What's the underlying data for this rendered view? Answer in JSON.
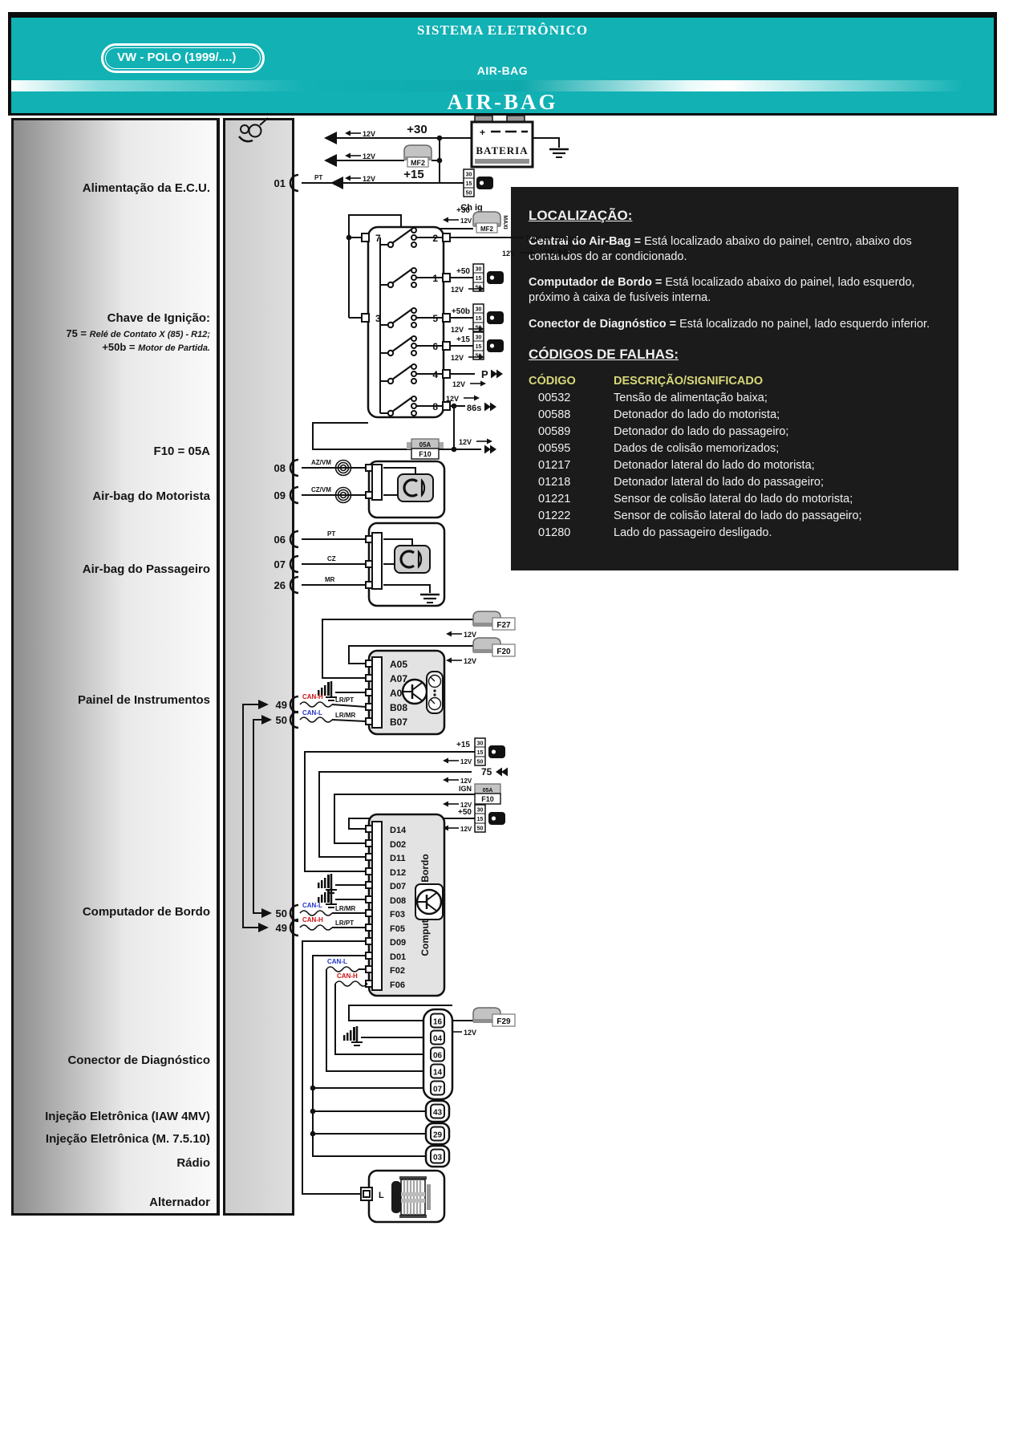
{
  "header": {
    "system_title": "SISTEMA ELETRÔNICO",
    "vehicle_badge": "VW - POLO (1999/....)",
    "subsystem": "AIR-BAG",
    "page_title": "AIR-BAG"
  },
  "colors": {
    "teal": "#11b1b4",
    "infobox_bg": "#1b1b1b",
    "code_yellow": "#d8d87a",
    "can_h": "#cc1122",
    "can_l": "#2233cc"
  },
  "sidebar": {
    "items": [
      {
        "text": "Alimentação da E.C.U."
      },
      {
        "text": "Chave de Ignição:"
      },
      {
        "pre": "75 =",
        "it": "Relé de Contato X (85) - R12;"
      },
      {
        "pre": "+50b =",
        "it": "Motor de Partida."
      },
      {
        "text": "F10 = 05A"
      },
      {
        "text": "Air-bag do Motorista"
      },
      {
        "text": "Air-bag do Passageiro"
      },
      {
        "text": "Painel de Instrumentos"
      },
      {
        "text": "Computador de Bordo"
      },
      {
        "text": "Conector de Diagnóstico"
      },
      {
        "text": "Injeção Eletrônica (IAW 4MV)"
      },
      {
        "text": "Injeção Eletrônica (M. 7.5.10)"
      },
      {
        "text": "Rádio"
      },
      {
        "text": "Alternador"
      }
    ]
  },
  "info_box": {
    "location_title": "LOCALIZAÇÃO:",
    "locations": [
      {
        "term": "Central do Air-Bag =",
        "text": " Está localizado abaixo do painel, centro, abaixo dos comandos do ar condicionado."
      },
      {
        "term": "Computador de Bordo =",
        "text": " Está localizado abaixo do painel, lado esquerdo, próximo à caixa de fusíveis interna."
      },
      {
        "term": "Conector de Diagnóstico =",
        "text": " Está localizado no painel, lado esquerdo inferior."
      }
    ],
    "codes_title": "CÓDIGOS DE FALHAS:",
    "codes_header": {
      "code": "CÓDIGO",
      "desc": "DESCRIÇÃO/SIGNIFICADO"
    },
    "codes": [
      {
        "code": "00532",
        "desc": "Tensão de alimentação baixa;"
      },
      {
        "code": "00588",
        "desc": "Detonador do lado do motorista;"
      },
      {
        "code": "00589",
        "desc": "Detonador do lado do passageiro;"
      },
      {
        "code": "00595",
        "desc": "Dados de colisão memorizados;"
      },
      {
        "code": "01217",
        "desc": "Detonador lateral do lado do motorista;"
      },
      {
        "code": "01218",
        "desc": "Detonador lateral do lado do passageiro;"
      },
      {
        "code": "01221",
        "desc": "Sensor de colisão lateral do lado do motorista;"
      },
      {
        "code": "01222",
        "desc": "Sensor de colisão lateral do lado do passageiro;"
      },
      {
        "code": "01280",
        "desc": "Lado do passageiro desligado."
      }
    ]
  },
  "diagram": {
    "v12": "12V",
    "plus30": "+30",
    "plus15": "+15",
    "plus50": "+50",
    "plus50b": "+50b",
    "battery": "BATERIA",
    "mf2": "MF2",
    "maxi": "MAXI",
    "chig": "Ch ig",
    "ign": "IGN",
    "key": {
      "r30": "30",
      "r15": "15",
      "r50": "50"
    },
    "sw": {
      "p7": "7",
      "p3": "3",
      "p2": "2",
      "p1": "1",
      "p5": "5",
      "p6": "6",
      "p4": "4",
      "p8": "8"
    },
    "rele": "Relé de Contato",
    "t75": "75",
    "tP": "P",
    "t86s": "86s",
    "amp05": "05A",
    "f10": "F10",
    "f27": "F27",
    "f20": "F20",
    "f29": "F29",
    "pins": {
      "p01": "01",
      "p08": "08",
      "p09": "09",
      "p06": "06",
      "p07": "07",
      "p26": "26",
      "p49": "49",
      "p50": "50"
    },
    "wires": {
      "pt": "PT",
      "azvm": "AZ/VM",
      "czvm": "CZ/VM",
      "cz": "CZ",
      "mr": "MR",
      "lrpt": "LR/PT",
      "lrmr": "LR/MR",
      "canh": "CAN-H",
      "canl": "CAN-L"
    },
    "cluster_pins": [
      "A05",
      "A07",
      "A08",
      "B08",
      "B07"
    ],
    "ecu_name": "Computador de Bordo",
    "ecu_pins": [
      "D14",
      "D02",
      "D11",
      "D12",
      "D07",
      "D08",
      "F03",
      "F05",
      "D09",
      "D01",
      "F02",
      "F06"
    ],
    "diag_pins": [
      "16",
      "04",
      "06",
      "14",
      "07"
    ],
    "inj1_pin": "43",
    "inj2_pin": "29",
    "radio_pin": "03",
    "alt_pin": "L"
  }
}
